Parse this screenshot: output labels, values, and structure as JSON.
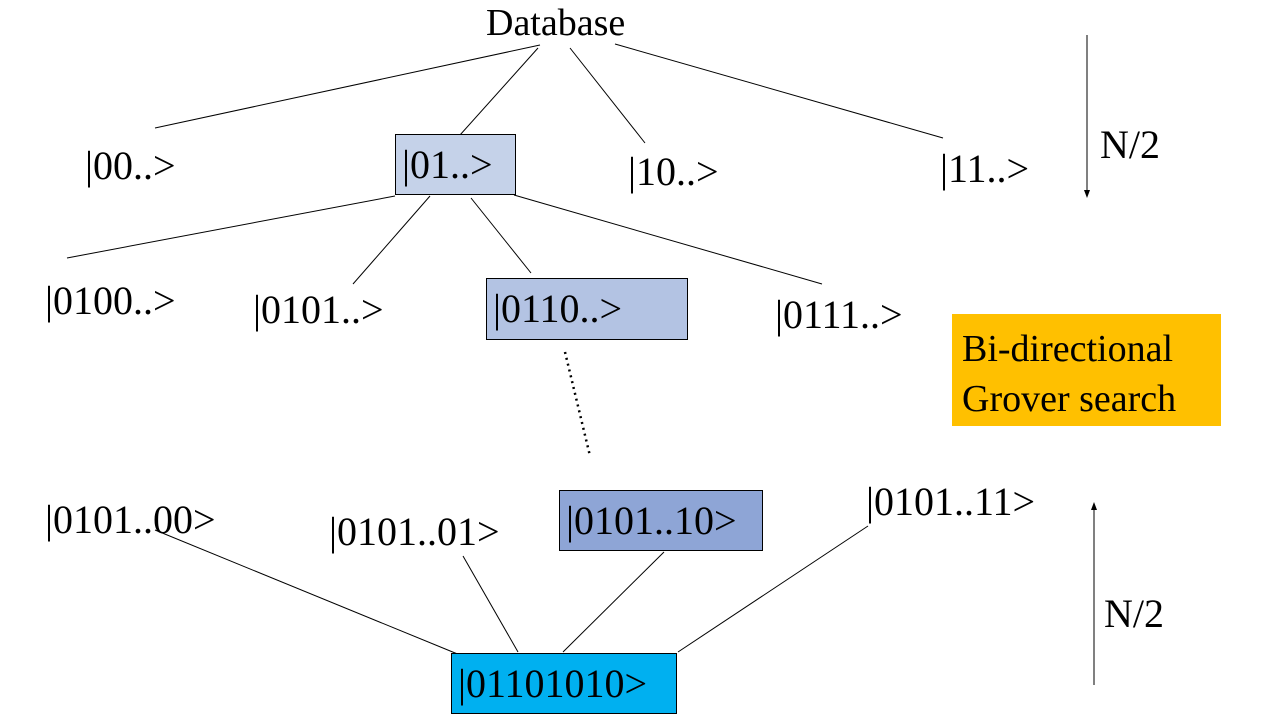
{
  "root": "Database",
  "level1": {
    "n00": "|00..>",
    "n01": "|01..>",
    "n10": "|10..>",
    "n11": "|11..>"
  },
  "level2": {
    "n0100": "|0100..>",
    "n0101": "|0101..>",
    "n0110": "|0110..>",
    "n0111": "|0111..>"
  },
  "leaves": {
    "l00": "|0101..00>",
    "l01": "|0101..01>",
    "l10": "|0101..10>",
    "l11": "|0101..11>"
  },
  "target": "|01101010>",
  "arrow_down_label": "N/2",
  "arrow_up_label": "N/2",
  "callout": {
    "line1": "Bi-directional",
    "line2": "Grover search"
  },
  "colors": {
    "box_light": "#c5d2e9",
    "box_medium": "#b3c3e3",
    "box_dark": "#8ea5d6",
    "box_target": "#00b0f0",
    "callout_bg": "#ffc000"
  }
}
